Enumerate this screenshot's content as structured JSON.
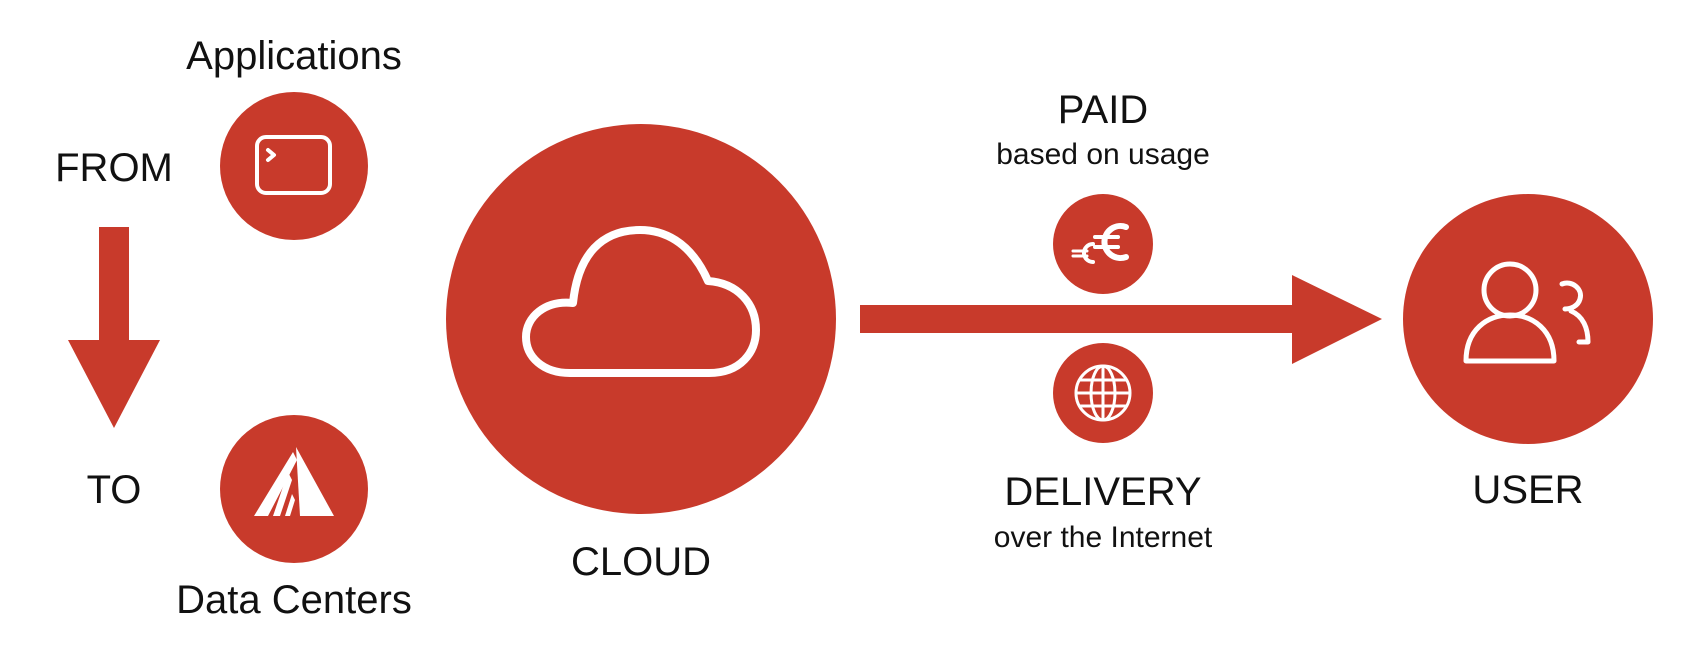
{
  "colors": {
    "accent": "#c83a2b",
    "text": "#111111",
    "icon_stroke": "#ffffff"
  },
  "left": {
    "applications": "Applications",
    "from": "FROM",
    "to": "TO",
    "data_centers": "Data Centers",
    "applications_icon": "terminal-window-icon",
    "data_centers_icon": "mountain-icon"
  },
  "cloud": {
    "label": "CLOUD",
    "icon": "cloud-icon"
  },
  "paid": {
    "title": "PAID",
    "subtitle": "based on usage",
    "icon": "euro-icon"
  },
  "delivery": {
    "title": "DELIVERY",
    "subtitle": "over the Internet",
    "icon": "globe-icon"
  },
  "user": {
    "label": "USER",
    "icon": "users-icon"
  }
}
